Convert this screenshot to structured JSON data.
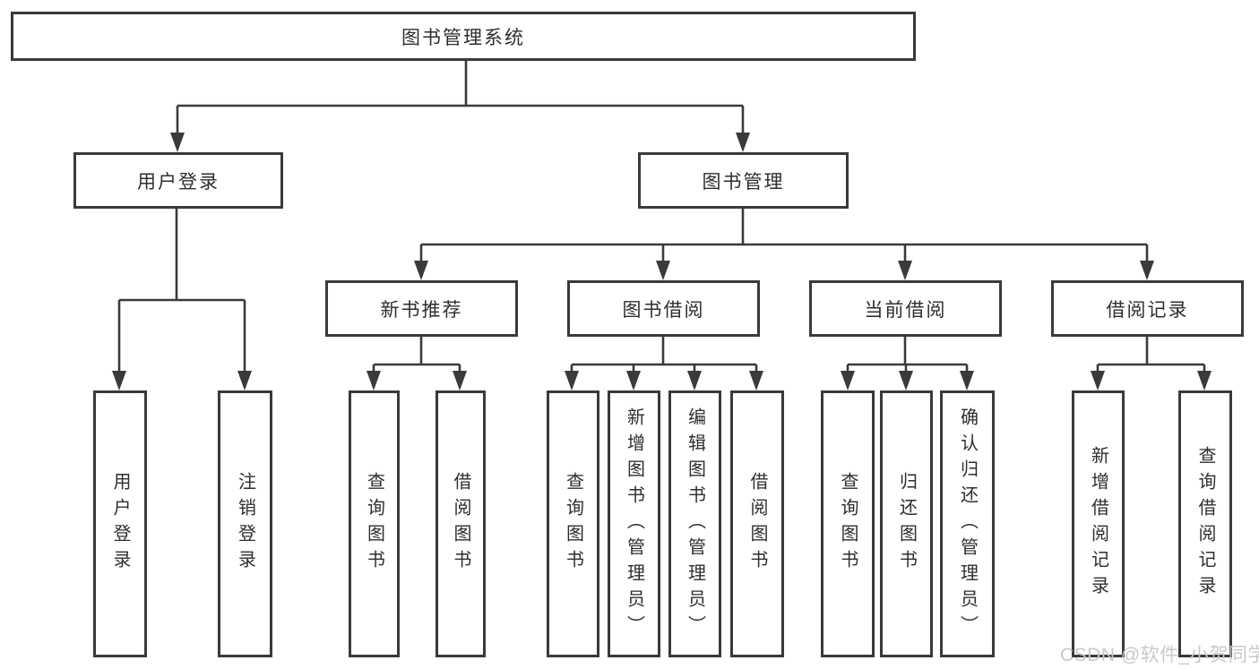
{
  "tree": {
    "label": "图书管理系统",
    "children": [
      {
        "label": "用户登录",
        "children": [
          {
            "label": "用户登录"
          },
          {
            "label": "注销登录"
          }
        ]
      },
      {
        "label": "图书管理",
        "children": [
          {
            "label": "新书推荐",
            "children": [
              {
                "label": "查询图书"
              },
              {
                "label": "借阅图书"
              }
            ]
          },
          {
            "label": "图书借阅",
            "children": [
              {
                "label": "查询图书"
              },
              {
                "label": "新增图书（管理员）"
              },
              {
                "label": "编辑图书（管理员）"
              },
              {
                "label": "借阅图书"
              }
            ]
          },
          {
            "label": "当前借阅",
            "children": [
              {
                "label": "查询图书"
              },
              {
                "label": "归还图书"
              },
              {
                "label": "确认归还（管理员）"
              }
            ]
          },
          {
            "label": "借阅记录",
            "children": [
              {
                "label": "新增借阅记录"
              },
              {
                "label": "查询借阅记录"
              }
            ]
          }
        ]
      }
    ]
  },
  "watermark": {
    "text": "CSDN @软件_小贺同学"
  },
  "colors": {
    "line": "#3a3a3a",
    "text": "#2e2e2e",
    "background": "#ffffff",
    "watermark": "#c9c9c9"
  }
}
